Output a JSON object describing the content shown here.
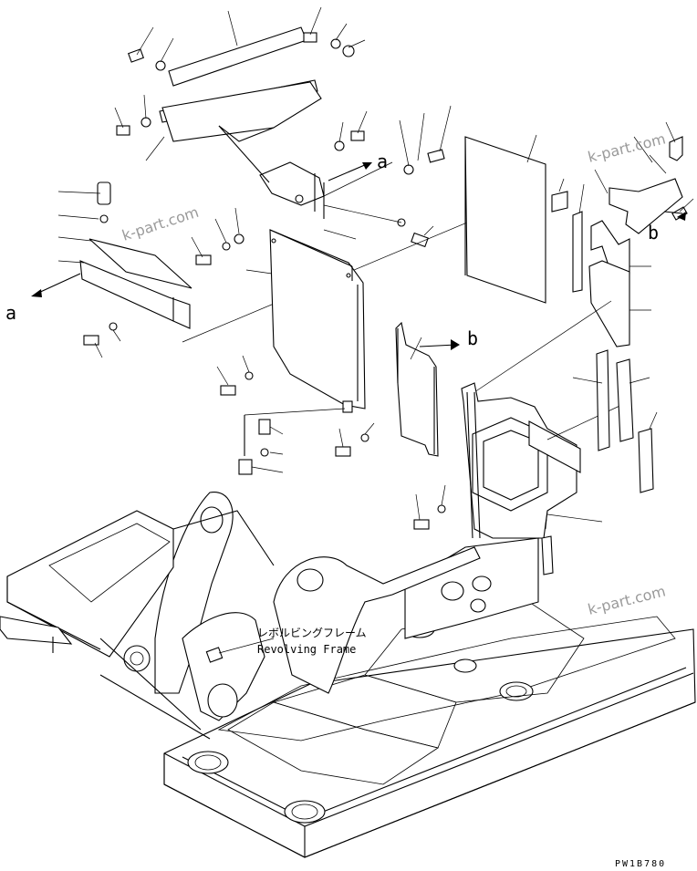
{
  "diagram": {
    "caption_jp": "レボルビングフレーム",
    "caption_en": "Revolving Frame",
    "ref_labels": {
      "a_left": "a",
      "a_top": "a",
      "b_mid": "b",
      "b_right": "b"
    },
    "watermarks": [
      "k-part.com",
      "k-part.com",
      "k-part.com"
    ],
    "drawing_code": "PW1B780"
  }
}
